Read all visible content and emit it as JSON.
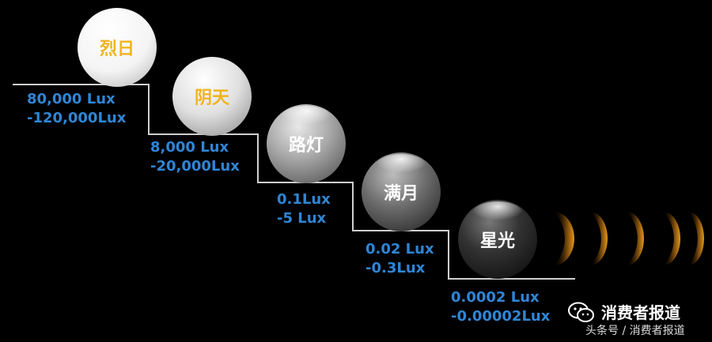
{
  "levels": [
    {
      "name": "烈日",
      "lux_line1": "80,000 Lux",
      "lux_line2": "-120,000Lux",
      "label_color": "#f0b41e"
    },
    {
      "name": "阴天",
      "lux_line1": "8,000 Lux",
      "lux_line2": "-20,000Lux",
      "label_color": "#f0b41e"
    },
    {
      "name": "路灯",
      "lux_line1": "0.1Lux",
      "lux_line2": "-5 Lux",
      "label_color": "#ffffff"
    },
    {
      "name": "满月",
      "lux_line1": "0.02 Lux",
      "lux_line2": "-0.3Lux",
      "label_color": "#ffffff"
    },
    {
      "name": "星光",
      "lux_line1": "0.0002 Lux",
      "lux_line2": "-0.00002Lux",
      "label_color": "#ffffff"
    }
  ],
  "watermark": {
    "name": "消费者报道",
    "source": "头条号 / 消费者报道",
    "icon": "wechat-icon"
  },
  "colors": {
    "background": "#000000",
    "lux_text": "#2f86d6",
    "staircase_line": "#cfcfcf",
    "crescent": "#d98c1a"
  }
}
